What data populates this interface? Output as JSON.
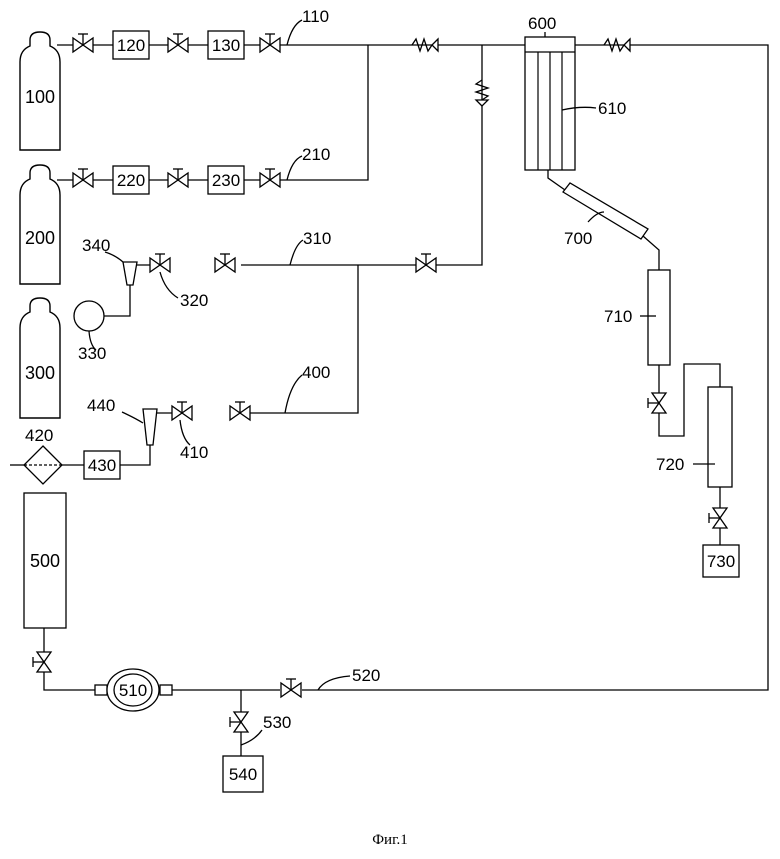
{
  "caption": "Фиг.1",
  "labels": {
    "l100": "100",
    "l110": "110",
    "l120": "120",
    "l130": "130",
    "l200": "200",
    "l210": "210",
    "l220": "220",
    "l230": "230",
    "l300": "300",
    "l310": "310",
    "l320": "320",
    "l330": "330",
    "l340": "340",
    "l400": "400",
    "l410": "410",
    "l420": "420",
    "l430": "430",
    "l440": "440",
    "l500": "500",
    "l510": "510",
    "l520": "520",
    "l530": "530",
    "l540": "540",
    "l600": "600",
    "l610": "610",
    "l700": "700",
    "l710": "710",
    "l720": "720",
    "l730": "730"
  }
}
